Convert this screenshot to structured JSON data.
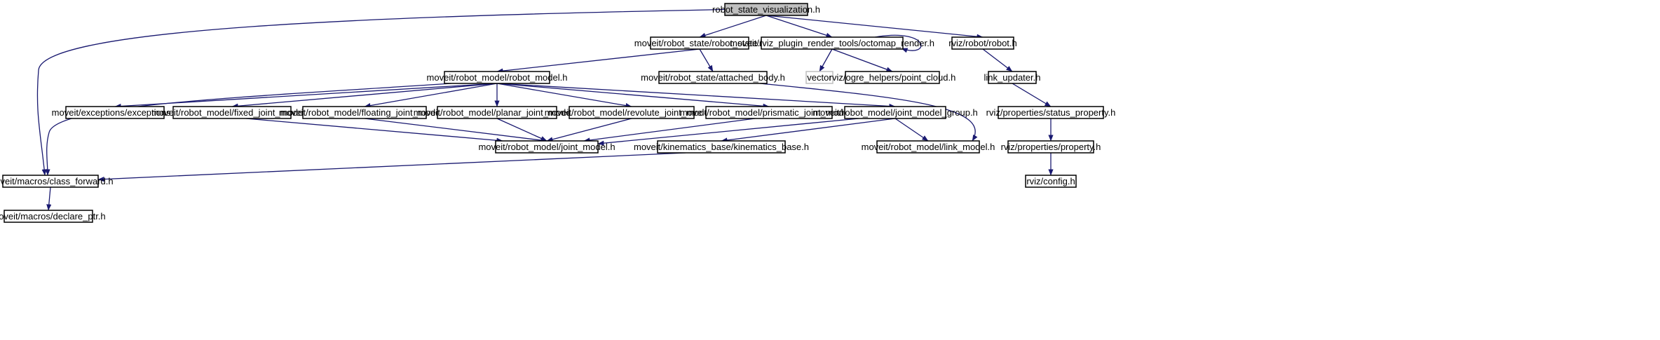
{
  "graph": {
    "colors": {
      "edge": "#191970",
      "node_border": "#000000",
      "node_fill": "#ffffff",
      "root_fill": "#bfbfbf",
      "external_border": "#bfbfbf",
      "text": "#000000"
    },
    "nodes": [
      {
        "id": "root",
        "label": "robot_state_visualization.h",
        "kind": "root"
      },
      {
        "id": "robot_state",
        "label": "moveit/robot_state/robot_state.h",
        "kind": "normal"
      },
      {
        "id": "octomap_render",
        "label": "moveit/rviz_plugin_render_tools/octomap_render.h",
        "kind": "normal"
      },
      {
        "id": "robot_h",
        "label": "rviz/robot/robot.h",
        "kind": "normal"
      },
      {
        "id": "robot_model",
        "label": "moveit/robot_model/robot_model.h",
        "kind": "normal"
      },
      {
        "id": "attached_body",
        "label": "moveit/robot_state/attached_body.h",
        "kind": "normal"
      },
      {
        "id": "vector",
        "label": "vector",
        "kind": "external"
      },
      {
        "id": "point_cloud",
        "label": "rviz/ogre_helpers/point_cloud.h",
        "kind": "normal"
      },
      {
        "id": "link_updater",
        "label": "link_updater.h",
        "kind": "normal"
      },
      {
        "id": "exceptions",
        "label": "moveit/exceptions/exceptions.h",
        "kind": "normal"
      },
      {
        "id": "fixed_joint",
        "label": "moveit/robot_model/fixed_joint_model.h",
        "kind": "normal"
      },
      {
        "id": "floating_joint",
        "label": "moveit/robot_model/floating_joint_model.h",
        "kind": "normal"
      },
      {
        "id": "planar_joint",
        "label": "moveit/robot_model/planar_joint_model.h",
        "kind": "normal"
      },
      {
        "id": "revolute_joint",
        "label": "moveit/robot_model/revolute_joint_model.h",
        "kind": "normal"
      },
      {
        "id": "prismatic_joint",
        "label": "moveit/robot_model/prismatic_joint_model.h",
        "kind": "normal"
      },
      {
        "id": "joint_model_group",
        "label": "moveit/robot_model/joint_model_group.h",
        "kind": "normal"
      },
      {
        "id": "status_property",
        "label": "rviz/properties/status_property.h",
        "kind": "normal"
      },
      {
        "id": "joint_model",
        "label": "moveit/robot_model/joint_model.h",
        "kind": "normal"
      },
      {
        "id": "kinematics_base",
        "label": "moveit/kinematics_base/kinematics_base.h",
        "kind": "normal"
      },
      {
        "id": "link_model",
        "label": "moveit/robot_model/link_model.h",
        "kind": "normal"
      },
      {
        "id": "property",
        "label": "rviz/properties/property.h",
        "kind": "normal"
      },
      {
        "id": "class_forward",
        "label": "moveit/macros/class_forward.h",
        "kind": "normal"
      },
      {
        "id": "config",
        "label": "rviz/config.h",
        "kind": "normal"
      },
      {
        "id": "declare_ptr",
        "label": "moveit/macros/declare_ptr.h",
        "kind": "normal"
      }
    ],
    "edges": [
      {
        "from": "root",
        "to": "robot_state"
      },
      {
        "from": "root",
        "to": "octomap_render"
      },
      {
        "from": "root",
        "to": "robot_h"
      },
      {
        "from": "root",
        "to": "class_forward"
      },
      {
        "from": "robot_state",
        "to": "robot_model"
      },
      {
        "from": "robot_state",
        "to": "attached_body"
      },
      {
        "from": "octomap_render",
        "to": "octomap_render"
      },
      {
        "from": "octomap_render",
        "to": "vector"
      },
      {
        "from": "octomap_render",
        "to": "point_cloud"
      },
      {
        "from": "robot_h",
        "to": "link_updater"
      },
      {
        "from": "link_updater",
        "to": "status_property"
      },
      {
        "from": "status_property",
        "to": "property"
      },
      {
        "from": "property",
        "to": "config"
      },
      {
        "from": "attached_body",
        "to": "link_model"
      },
      {
        "from": "robot_model",
        "to": "exceptions"
      },
      {
        "from": "robot_model",
        "to": "fixed_joint"
      },
      {
        "from": "robot_model",
        "to": "floating_joint"
      },
      {
        "from": "robot_model",
        "to": "planar_joint"
      },
      {
        "from": "robot_model",
        "to": "revolute_joint"
      },
      {
        "from": "robot_model",
        "to": "prismatic_joint"
      },
      {
        "from": "robot_model",
        "to": "joint_model_group"
      },
      {
        "from": "robot_model",
        "to": "class_forward"
      },
      {
        "from": "fixed_joint",
        "to": "joint_model"
      },
      {
        "from": "floating_joint",
        "to": "joint_model"
      },
      {
        "from": "planar_joint",
        "to": "joint_model"
      },
      {
        "from": "revolute_joint",
        "to": "joint_model"
      },
      {
        "from": "prismatic_joint",
        "to": "joint_model"
      },
      {
        "from": "joint_model_group",
        "to": "joint_model"
      },
      {
        "from": "joint_model_group",
        "to": "kinematics_base"
      },
      {
        "from": "joint_model_group",
        "to": "link_model"
      },
      {
        "from": "kinematics_base",
        "to": "class_forward"
      },
      {
        "from": "class_forward",
        "to": "declare_ptr"
      }
    ]
  }
}
